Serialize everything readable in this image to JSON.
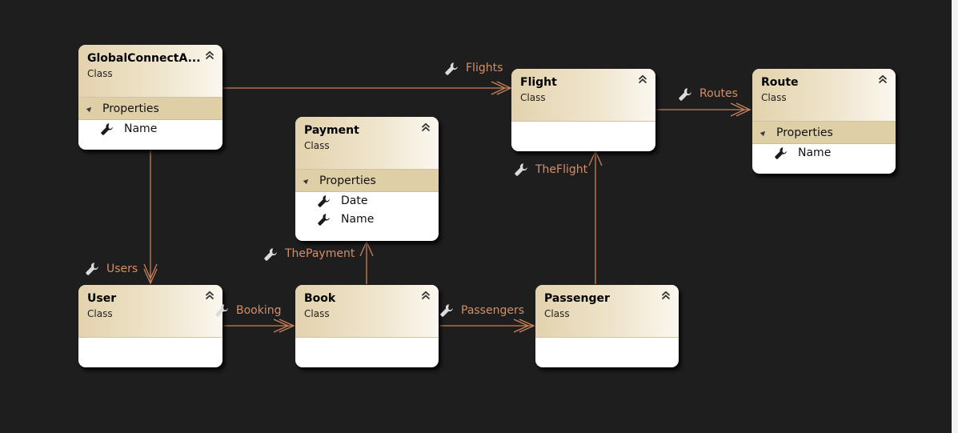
{
  "diagram": {
    "classes": [
      {
        "id": "globalconnect",
        "name": "GlobalConnectA...",
        "kind": "Class",
        "section": "Properties",
        "properties": [
          "Name"
        ]
      },
      {
        "id": "flight",
        "name": "Flight",
        "kind": "Class",
        "section": null,
        "properties": []
      },
      {
        "id": "route",
        "name": "Route",
        "kind": "Class",
        "section": "Properties",
        "properties": [
          "Name"
        ]
      },
      {
        "id": "payment",
        "name": "Payment",
        "kind": "Class",
        "section": "Properties",
        "properties": [
          "Date",
          "Name"
        ]
      },
      {
        "id": "user",
        "name": "User",
        "kind": "Class",
        "section": null,
        "properties": []
      },
      {
        "id": "book",
        "name": "Book",
        "kind": "Class",
        "section": null,
        "properties": []
      },
      {
        "id": "passenger",
        "name": "Passenger",
        "kind": "Class",
        "section": null,
        "properties": []
      }
    ],
    "associations": [
      {
        "label": "Flights",
        "from": "globalconnect",
        "to": "flight"
      },
      {
        "label": "Routes",
        "from": "flight",
        "to": "route"
      },
      {
        "label": "Users",
        "from": "globalconnect",
        "to": "user"
      },
      {
        "label": "Booking",
        "from": "user",
        "to": "book"
      },
      {
        "label": "ThePayment",
        "from": "book",
        "to": "payment"
      },
      {
        "label": "Passengers",
        "from": "book",
        "to": "passenger"
      },
      {
        "label": "TheFlight",
        "from": "passenger",
        "to": "flight"
      }
    ]
  },
  "colors": {
    "background": "#1e1e1e",
    "connector": "#c8805a",
    "label": "#d58f66",
    "header_start": "#e3d2ad",
    "header_end": "#fbf7ef",
    "section": "#decfa7"
  },
  "icons": {
    "property": "wrench-icon",
    "collapse": "double-chevron-up-icon",
    "section_toggle": "expanded-triangle-icon"
  }
}
